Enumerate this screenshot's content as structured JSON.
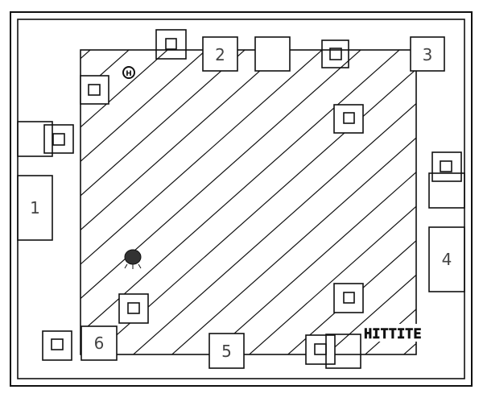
{
  "title": "Die layout outline",
  "pads": {
    "p1": "1",
    "p2": "2",
    "p3": "3",
    "p4": "4",
    "p5": "5",
    "p6": "6"
  },
  "brand": "HITTITE",
  "logo_letter": "H",
  "colors": {
    "line": "#111111",
    "label": "#444444"
  }
}
